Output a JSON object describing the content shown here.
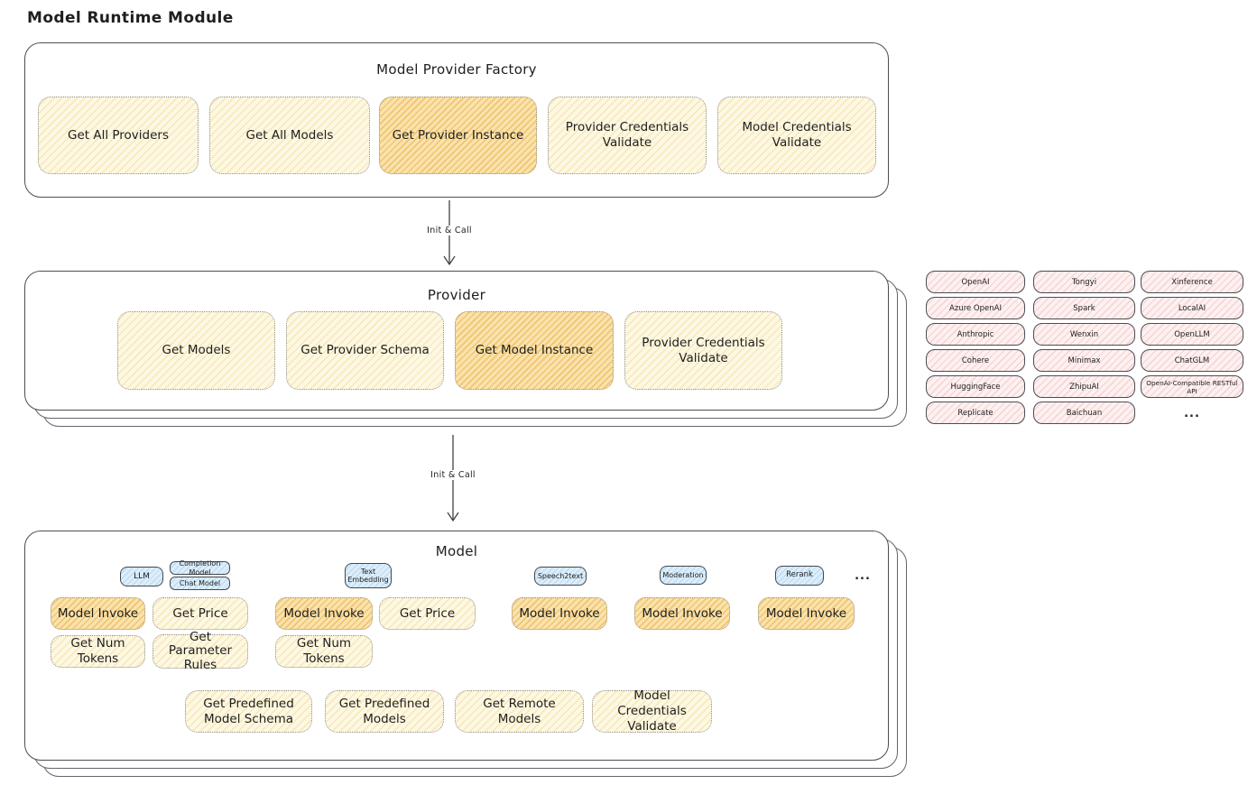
{
  "diagram_title": "Model Runtime Module",
  "arrow_label": "Init & Call",
  "colors": {
    "ink": "#1e1e1e",
    "box_border": "#4a4e55",
    "accent_yellow": "#fdf8e3",
    "accent_orange": "#f9e3ad",
    "accent_blue": "#dceefb",
    "accent_pink": "#fdf0f0"
  },
  "factory": {
    "title": "Model Provider Factory",
    "buttons": [
      "Get All Providers",
      "Get All Models",
      "Get Provider Instance",
      "Provider Credentials Validate",
      "Model Credentials Validate"
    ]
  },
  "provider": {
    "title": "Provider",
    "buttons": [
      "Get Models",
      "Get Provider Schema",
      "Get Model Instance",
      "Provider Credentials Validate"
    ]
  },
  "providers_grid": {
    "rows": [
      [
        "OpenAI",
        "Tongyi",
        "Xinference"
      ],
      [
        "Azure OpenAI",
        "Spark",
        "LocalAI"
      ],
      [
        "Anthropic",
        "Wenxin",
        "OpenLLM"
      ],
      [
        "Cohere",
        "Minimax",
        "ChatGLM"
      ],
      [
        "HuggingFace",
        "ZhipuAI",
        "OpenAI-Compatible RESTful API"
      ],
      [
        "Replicate",
        "Baichuan"
      ]
    ],
    "more": "..."
  },
  "model": {
    "title": "Model",
    "types": {
      "llm": "LLM",
      "completion_model": "Completion Model",
      "chat_model": "Chat Model",
      "text_embedding_line1": "Text",
      "text_embedding_line2": "Embedding",
      "speech2text": "Speech2text",
      "moderation": "Moderation",
      "rerank": "Rerank",
      "more": "..."
    },
    "ops": {
      "model_invoke": "Model Invoke",
      "get_price": "Get Price",
      "get_num_tokens": "Get Num Tokens",
      "get_parameter_rules": "Get Parameter Rules"
    },
    "bottom_buttons": [
      "Get Predefined Model Schema",
      "Get Predefined Models",
      "Get Remote Models",
      "Model Credentials Validate"
    ]
  }
}
